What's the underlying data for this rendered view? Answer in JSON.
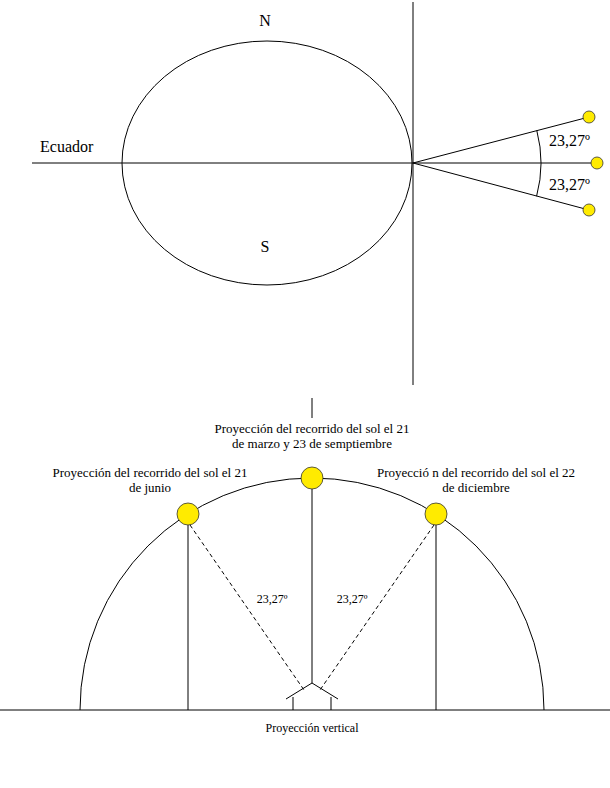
{
  "diagram": {
    "labels": [
      "N",
      "Ecuador",
      "23,27º",
      "23,27º",
      "S",
      "Proyección del recorrido del sol el 21 de marzo y 23 de semptiembre",
      "Proyección del recorrido del sol el 21 de junio",
      "Proyecció n del recorrido del sol el 22 de diciembre",
      "23,27º",
      "23,27º",
      "Proyección vertical"
    ]
  }
}
